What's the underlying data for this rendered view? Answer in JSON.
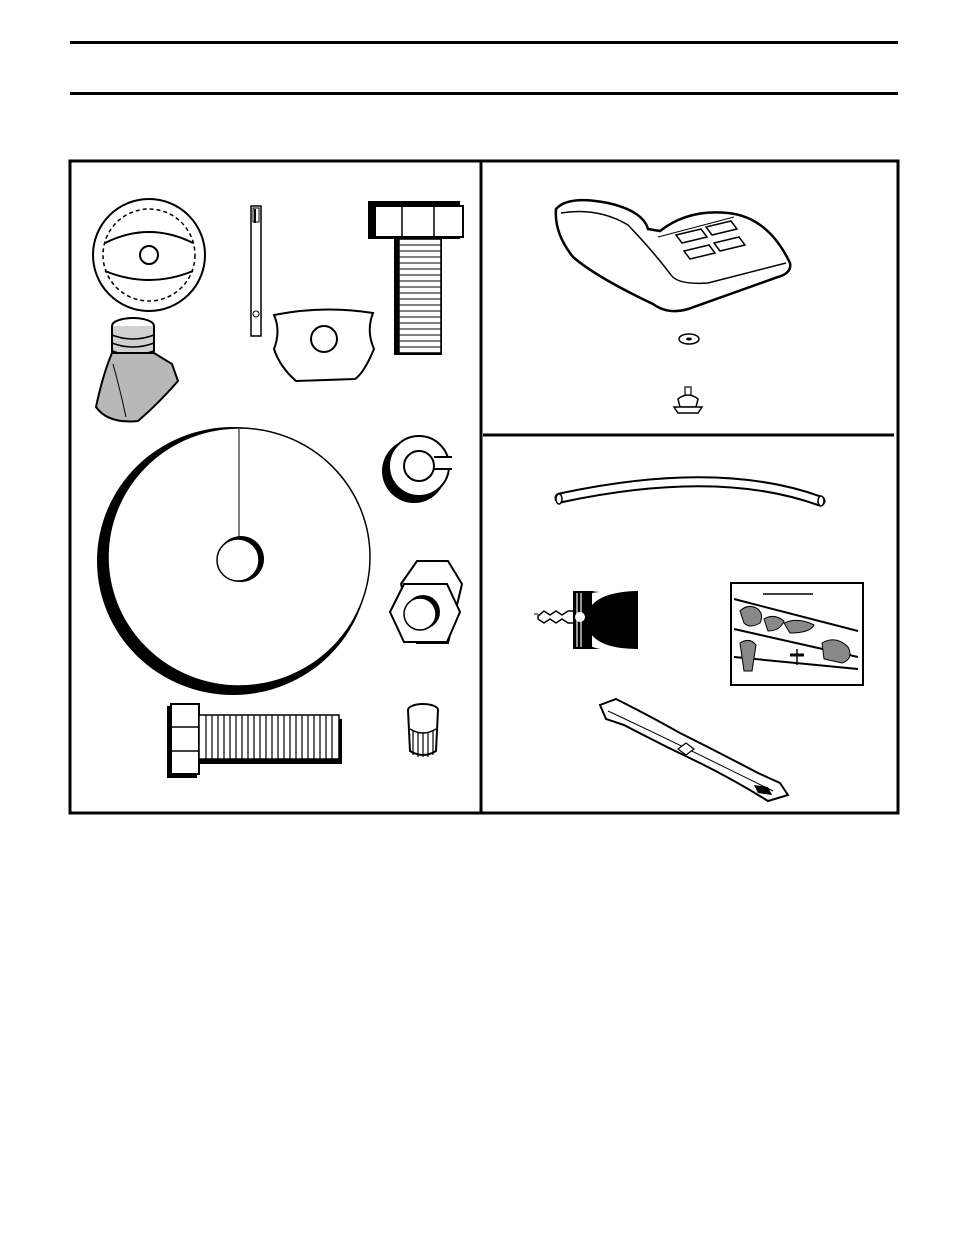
{
  "header": {
    "title": ""
  },
  "panels": {
    "hardware": {
      "name": "hardware-parts"
    },
    "seat": {
      "name": "seat-parts"
    },
    "accessories": {
      "name": "accessory-parts"
    }
  },
  "colors": {
    "ink": "#000000",
    "paper": "#ffffff",
    "shade": "#888888",
    "light": "#cfcfcf"
  }
}
